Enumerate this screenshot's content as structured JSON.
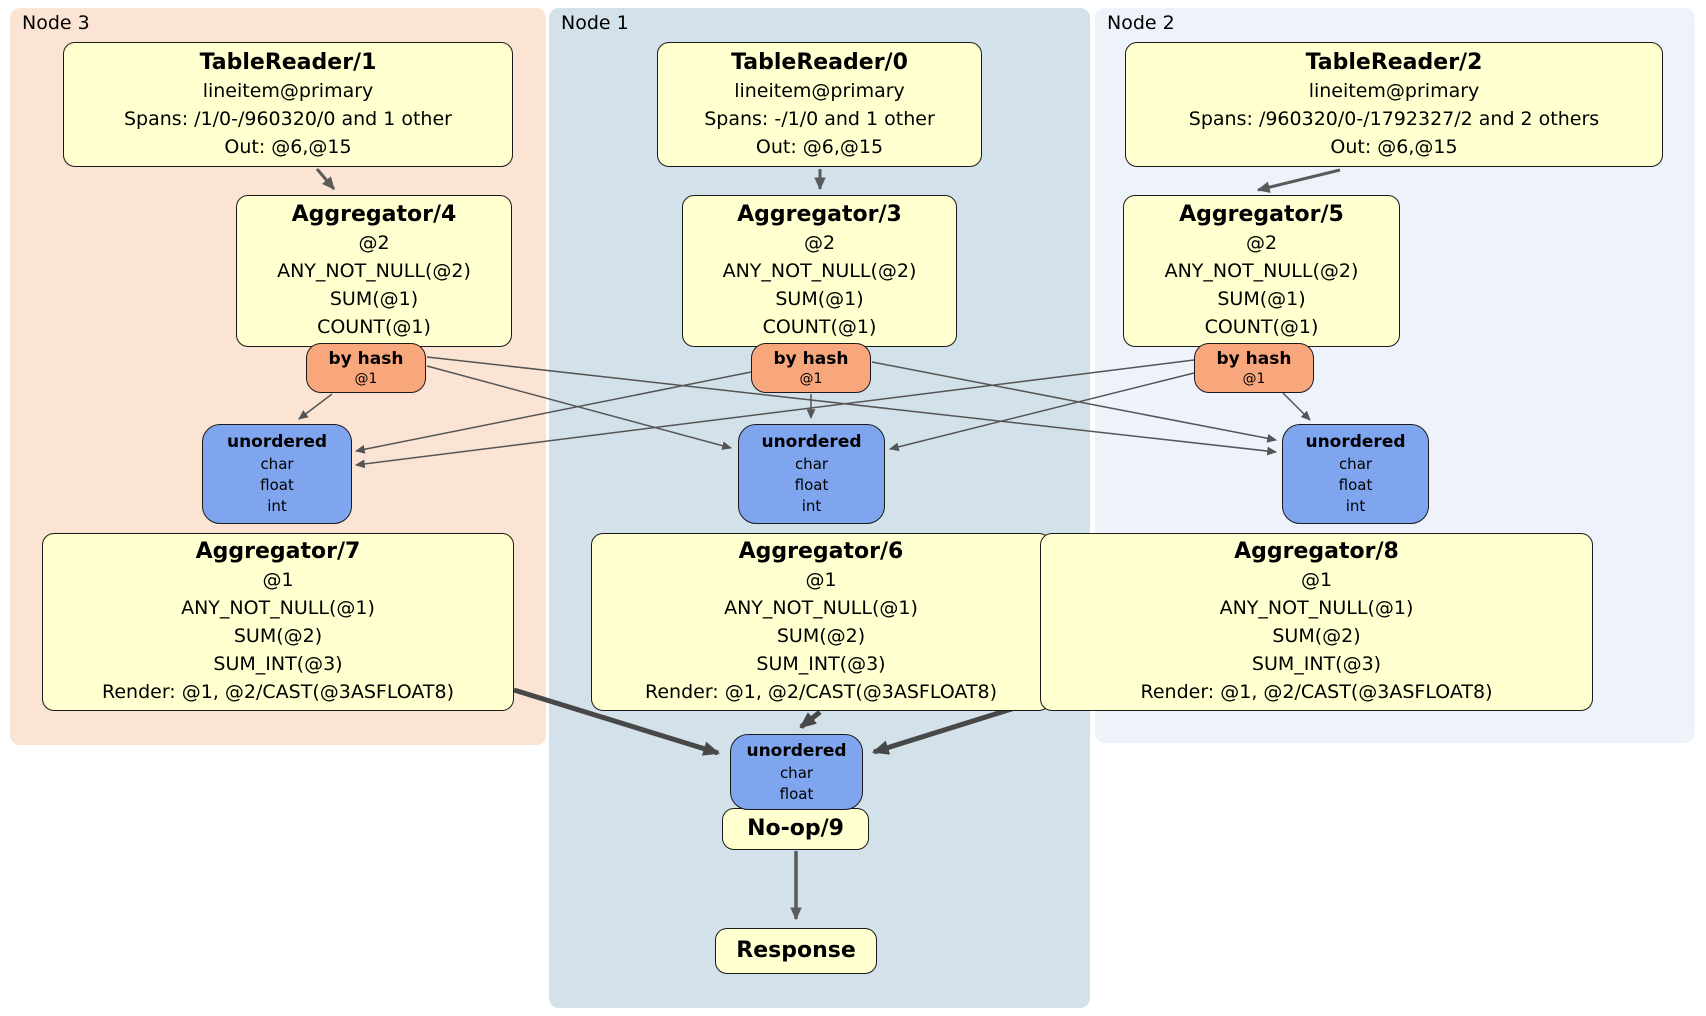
{
  "panels": [
    {
      "label": "Node 3",
      "color": "#fce4d4"
    },
    {
      "label": "Node 1",
      "color": "#d3e1ea"
    },
    {
      "label": "Node 2",
      "color": "#edf2fb"
    }
  ],
  "processors": {
    "tr1": {
      "title": "TableReader/1",
      "lines": [
        "lineitem@primary",
        "Spans: /1/0-/960320/0 and 1 other",
        "Out: @6,@15"
      ]
    },
    "tr0": {
      "title": "TableReader/0",
      "lines": [
        "lineitem@primary",
        "Spans: -/1/0 and 1 other",
        "Out: @6,@15"
      ]
    },
    "tr2": {
      "title": "TableReader/2",
      "lines": [
        "lineitem@primary",
        "Spans: /960320/0-/1792327/2 and 2 others",
        "Out: @6,@15"
      ]
    },
    "agg4": {
      "title": "Aggregator/4",
      "lines": [
        "@2",
        "ANY_NOT_NULL(@2)",
        "SUM(@1)",
        "COUNT(@1)"
      ]
    },
    "agg3": {
      "title": "Aggregator/3",
      "lines": [
        "@2",
        "ANY_NOT_NULL(@2)",
        "SUM(@1)",
        "COUNT(@1)"
      ]
    },
    "agg5": {
      "title": "Aggregator/5",
      "lines": [
        "@2",
        "ANY_NOT_NULL(@2)",
        "SUM(@1)",
        "COUNT(@1)"
      ]
    },
    "agg7": {
      "title": "Aggregator/7",
      "lines": [
        "@1",
        "ANY_NOT_NULL(@1)",
        "SUM(@2)",
        "SUM_INT(@3)",
        "Render: @1, @2/CAST(@3ASFLOAT8)"
      ]
    },
    "agg6": {
      "title": "Aggregator/6",
      "lines": [
        "@1",
        "ANY_NOT_NULL(@1)",
        "SUM(@2)",
        "SUM_INT(@3)",
        "Render: @1, @2/CAST(@3ASFLOAT8)"
      ]
    },
    "agg8": {
      "title": "Aggregator/8",
      "lines": [
        "@1",
        "ANY_NOT_NULL(@1)",
        "SUM(@2)",
        "SUM_INT(@3)",
        "Render: @1, @2/CAST(@3ASFLOAT8)"
      ]
    },
    "noop": {
      "title": "No-op/9"
    },
    "response": {
      "title": "Response"
    }
  },
  "routers": {
    "node3": {
      "title": "by hash",
      "key": "@1"
    },
    "node1": {
      "title": "by hash",
      "key": "@1"
    },
    "node2": {
      "title": "by hash",
      "key": "@1"
    }
  },
  "syncs": {
    "node3": {
      "title": "unordered",
      "lines": [
        "char",
        "float",
        "int"
      ]
    },
    "node1": {
      "title": "unordered",
      "lines": [
        "char",
        "float",
        "int"
      ]
    },
    "node2": {
      "title": "unordered",
      "lines": [
        "char",
        "float",
        "int"
      ]
    },
    "final": {
      "title": "unordered",
      "lines": [
        "char",
        "float"
      ]
    }
  },
  "edges": [
    "TableReader/1 -> Aggregator/4",
    "TableReader/0 -> Aggregator/3",
    "TableReader/2 -> Aggregator/5",
    "by hash (Node 3) -> unordered (Node 3)",
    "by hash (Node 3) -> unordered (Node 1)",
    "by hash (Node 3) -> unordered (Node 2)",
    "by hash (Node 1) -> unordered (Node 3)",
    "by hash (Node 1) -> unordered (Node 1)",
    "by hash (Node 1) -> unordered (Node 2)",
    "by hash (Node 2) -> unordered (Node 3)",
    "by hash (Node 2) -> unordered (Node 1)",
    "by hash (Node 2) -> unordered (Node 2)",
    "Aggregator/7 -> unordered (final)",
    "Aggregator/6 -> unordered (final)",
    "Aggregator/8 -> unordered (final)",
    "No-op/9 -> Response"
  ],
  "colors": {
    "panel_node3": "#fce4d4",
    "panel_node1": "#d3e1ea",
    "panel_node2": "#edf2fb",
    "processor_fill": "#ffffcf",
    "router_fill": "#f8a77c",
    "sync_fill": "#7fa5ee",
    "edge_thin": "#555555",
    "edge_thick": "#484848"
  }
}
